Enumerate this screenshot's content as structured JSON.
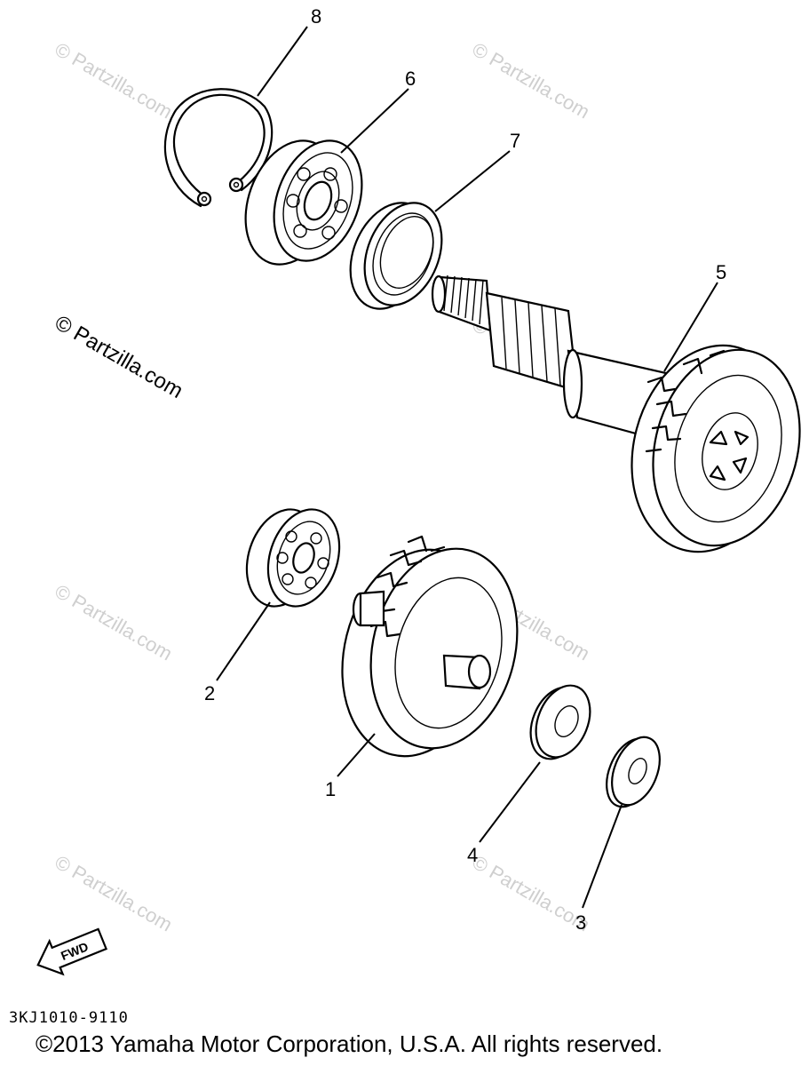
{
  "callouts": {
    "p1": "1",
    "p2": "2",
    "p3": "3",
    "p4": "4",
    "p5": "5",
    "p6": "6",
    "p7": "7",
    "p8": "8"
  },
  "watermark": "© Partzilla.com",
  "fwd_label": "FWD",
  "diagram_code": "3KJ1010-9110",
  "copyright": "©2013 Yamaha Motor Corporation, U.S.A. All rights reserved."
}
